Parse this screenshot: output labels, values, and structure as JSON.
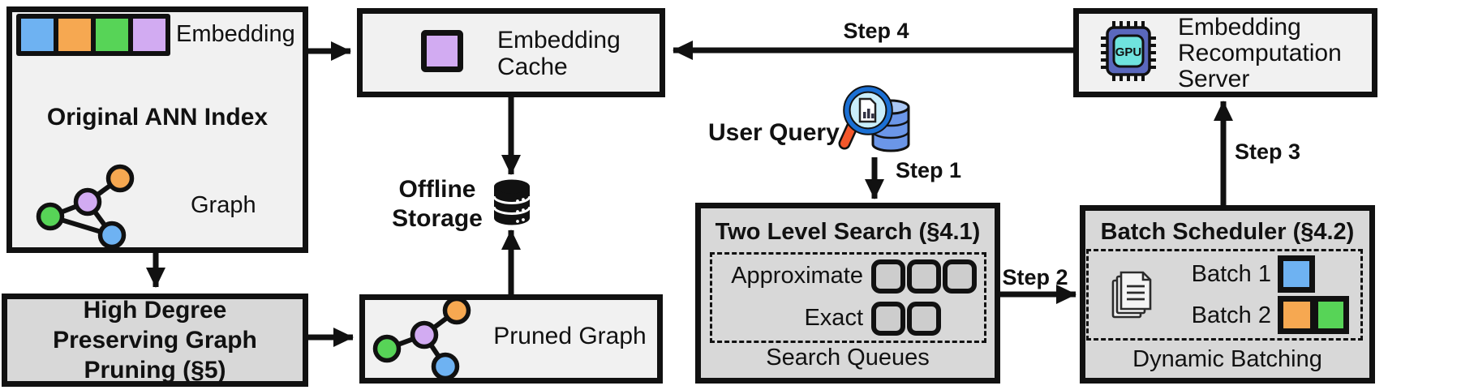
{
  "colors": {
    "blue": "#6eb2f2",
    "orange": "#f6a851",
    "green": "#57d457",
    "purple": "#d2abf2",
    "chip_body": "#5a68bd",
    "chip_inner": "#6fe3de",
    "magnifier_rim": "#1b70d4",
    "magnifier_glass": "#c9eefb",
    "handle_orange": "#f4572b",
    "db_blue": "#6b96e8",
    "db_blue_light": "#aac7f4",
    "ink": "#111111"
  },
  "ann_index": {
    "title": "Original ANN Index",
    "embedding_label": "Embedding",
    "graph_label": "Graph"
  },
  "pruning": {
    "title": "High Degree Preserving Graph Pruning (§5)"
  },
  "cache": {
    "title": "Embedding Cache"
  },
  "storage": {
    "label": "Offline Storage"
  },
  "pruned_graph": {
    "label": "Pruned Graph"
  },
  "query": {
    "label": "User Query"
  },
  "search": {
    "title": "Two Level Search (§4.1)",
    "approximate_label": "Approximate",
    "exact_label": "Exact",
    "footer": "Search Queues"
  },
  "scheduler": {
    "title": "Batch Scheduler (§4.2)",
    "batch1_label": "Batch 1",
    "batch2_label": "Batch 2",
    "footer": "Dynamic Batching"
  },
  "server": {
    "title": "Embedding Recomputation Server",
    "chip_label": "GPU"
  },
  "steps": {
    "s1": "Step 1",
    "s2": "Step 2",
    "s3": "Step 3",
    "s4": "Step 4"
  }
}
